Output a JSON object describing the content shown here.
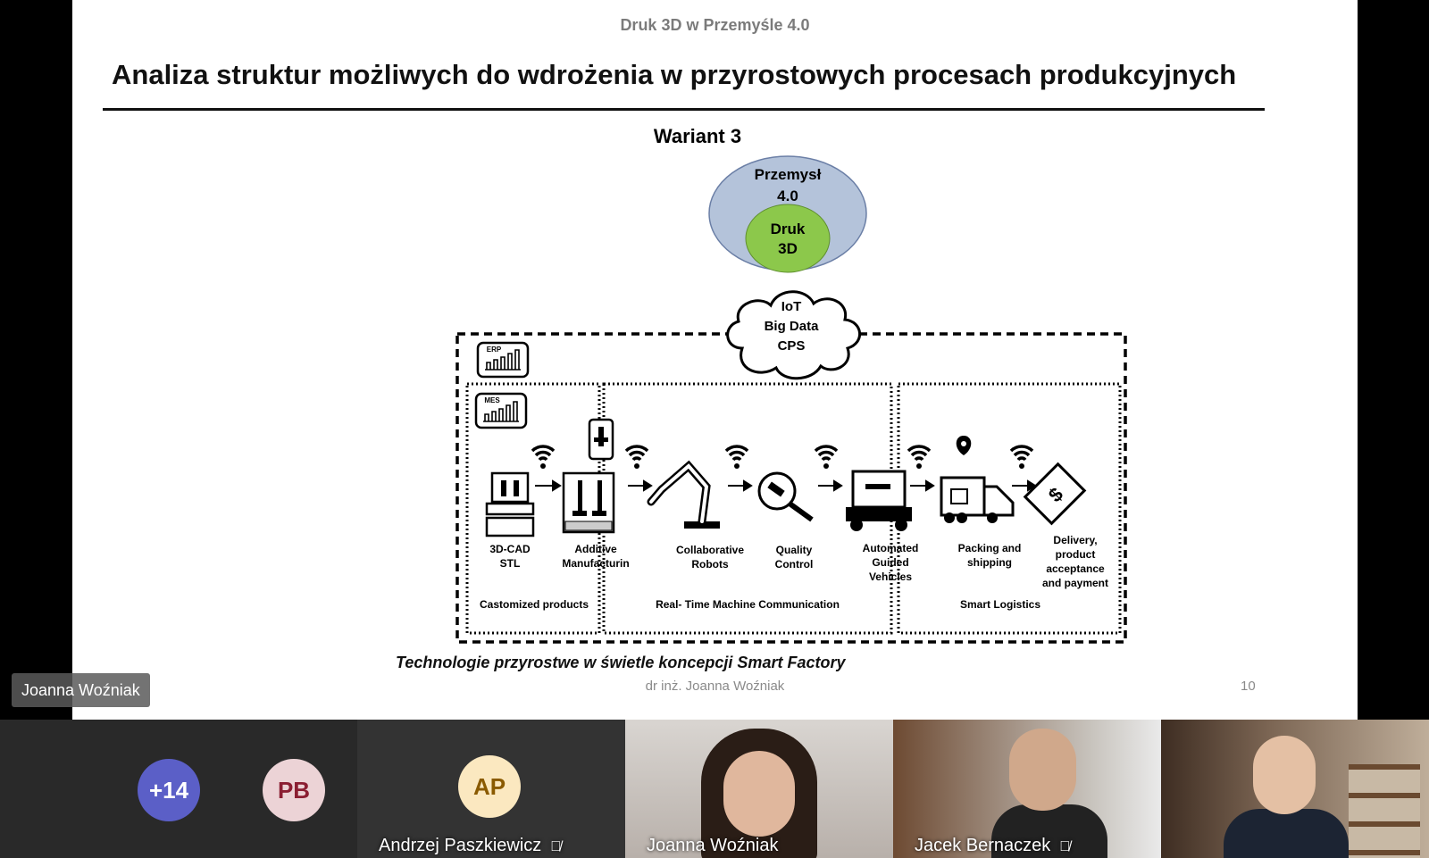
{
  "slide": {
    "header": "Druk 3D w Przemyśle 4.0",
    "title": "Analiza struktur możliwych do wdrożenia w przyrostowych procesach produkcyjnych",
    "variant": "Wariant 3",
    "outer_ellipse": [
      "Przemysł",
      "4.0"
    ],
    "inner_ellipse": [
      "Druk",
      "3D"
    ],
    "cloud": [
      "IoT",
      "Big Data",
      "CPS"
    ],
    "erp_label": "ERP",
    "mes_label": "MES",
    "steps": [
      {
        "label": [
          "3D-CAD",
          "STL"
        ],
        "icon": "computer-icon"
      },
      {
        "label": [
          "Additive",
          "Manufacturin"
        ],
        "icon": "printer-icon"
      },
      {
        "label": [
          "Collaborative",
          "Robots"
        ],
        "icon": "robot-arm-icon"
      },
      {
        "label": [
          "Quality",
          "Control"
        ],
        "icon": "magnifier-icon"
      },
      {
        "label": [
          "Automated",
          "Guided",
          "Vehicles"
        ],
        "icon": "agv-icon"
      },
      {
        "label": [
          "Packing and",
          "shipping"
        ],
        "icon": "truck-icon"
      },
      {
        "label": [
          "Delivery,",
          "product",
          "acceptance",
          "and payment"
        ],
        "icon": "payment-icon"
      }
    ],
    "sections": [
      "Castomized products",
      "Real- Time Machine Communication",
      "Smart Logistics"
    ],
    "caption": "Technologie przyrostwe w świetle koncepcji Smart Factory",
    "author": "dr inż. Joanna Woźniak",
    "page": "10",
    "colors": {
      "outer_ellipse": "#b4c3da",
      "inner_ellipse": "#8cc84b"
    }
  },
  "active_speaker": "Joanna Woźniak",
  "participants": [
    {
      "initials": "+14",
      "color": "#5b5fc7",
      "text_color": "#ffffff"
    },
    {
      "initials": "PB",
      "color": "#ecd3d6",
      "text_color": "#8b1e32"
    },
    {
      "initials": "AP",
      "color": "#fbe8c0",
      "text_color": "#8a5a00",
      "name": "Andrzej Paszkiewicz",
      "muted": true
    },
    {
      "name": "Joanna Woźniak"
    },
    {
      "name": "Jacek Bernaczek",
      "muted": true
    },
    {
      "name": ""
    }
  ]
}
